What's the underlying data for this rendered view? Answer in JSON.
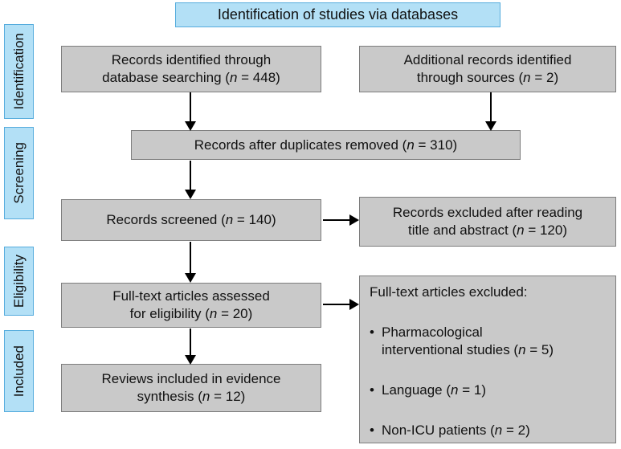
{
  "header": {
    "title": "Identification of studies via databases"
  },
  "stages": [
    {
      "label": "Identification"
    },
    {
      "label": "Screening"
    },
    {
      "label": "Eligibility"
    },
    {
      "label": "Included"
    }
  ],
  "boxes": {
    "records_identified": {
      "text": "Records identified through\ndatabase searching (n = 448)"
    },
    "additional_records": {
      "text": "Additional records identified\nthrough sources (n = 2)"
    },
    "duplicates_removed": {
      "text": "Records after duplicates removed (n = 310)"
    },
    "records_screened": {
      "text": "Records screened (n = 140)"
    },
    "records_excluded": {
      "text": "Records excluded after reading\ntitle and abstract (n = 120)"
    },
    "fulltext_assessed": {
      "text": "Full-text articles assessed\nfor eligibility (n = 20)"
    },
    "fulltext_excluded": {
      "title": "Full-text articles excluded:",
      "items": [
        {
          "bullet": "•",
          "text": "Pharmacological\ninterventional studies (n = 5)"
        },
        {
          "bullet": "•",
          "text": "Language (n = 1)"
        },
        {
          "bullet": "•",
          "text": "Non-ICU patients (n = 2)"
        }
      ]
    },
    "reviews_included": {
      "text": "Reviews included in evidence\nsynthesis (n = 12)"
    }
  },
  "colors": {
    "stage_fill": "#b3e0f6",
    "stage_border": "#56acdd",
    "box_fill": "#c9c9c9",
    "box_border": "#7d7d7d",
    "arrow": "#000000",
    "background": "#ffffff"
  }
}
